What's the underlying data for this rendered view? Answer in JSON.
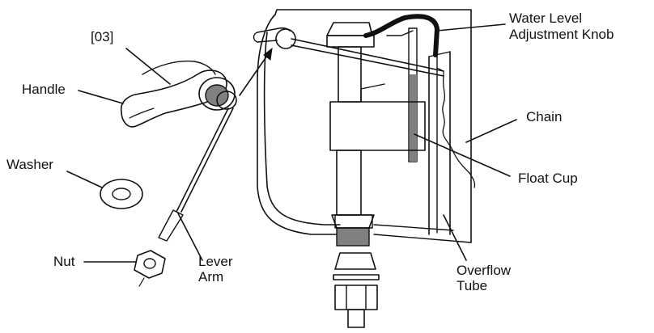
{
  "diagram": {
    "labels": {
      "part_number": "[03]",
      "handle": "Handle",
      "washer": "Washer",
      "nut": "Nut",
      "lever_arm_line1": "Lever",
      "lever_arm_line2": "Arm",
      "water_level_line1": "Water Level",
      "water_level_line2": "Adjustment Knob",
      "chain": "Chain",
      "float_cup": "Float Cup",
      "overflow_line1": "Overflow",
      "overflow_line2": "Tube"
    },
    "colors": {
      "line": "#111111",
      "shade": "#808080",
      "background": "#ffffff"
    }
  }
}
